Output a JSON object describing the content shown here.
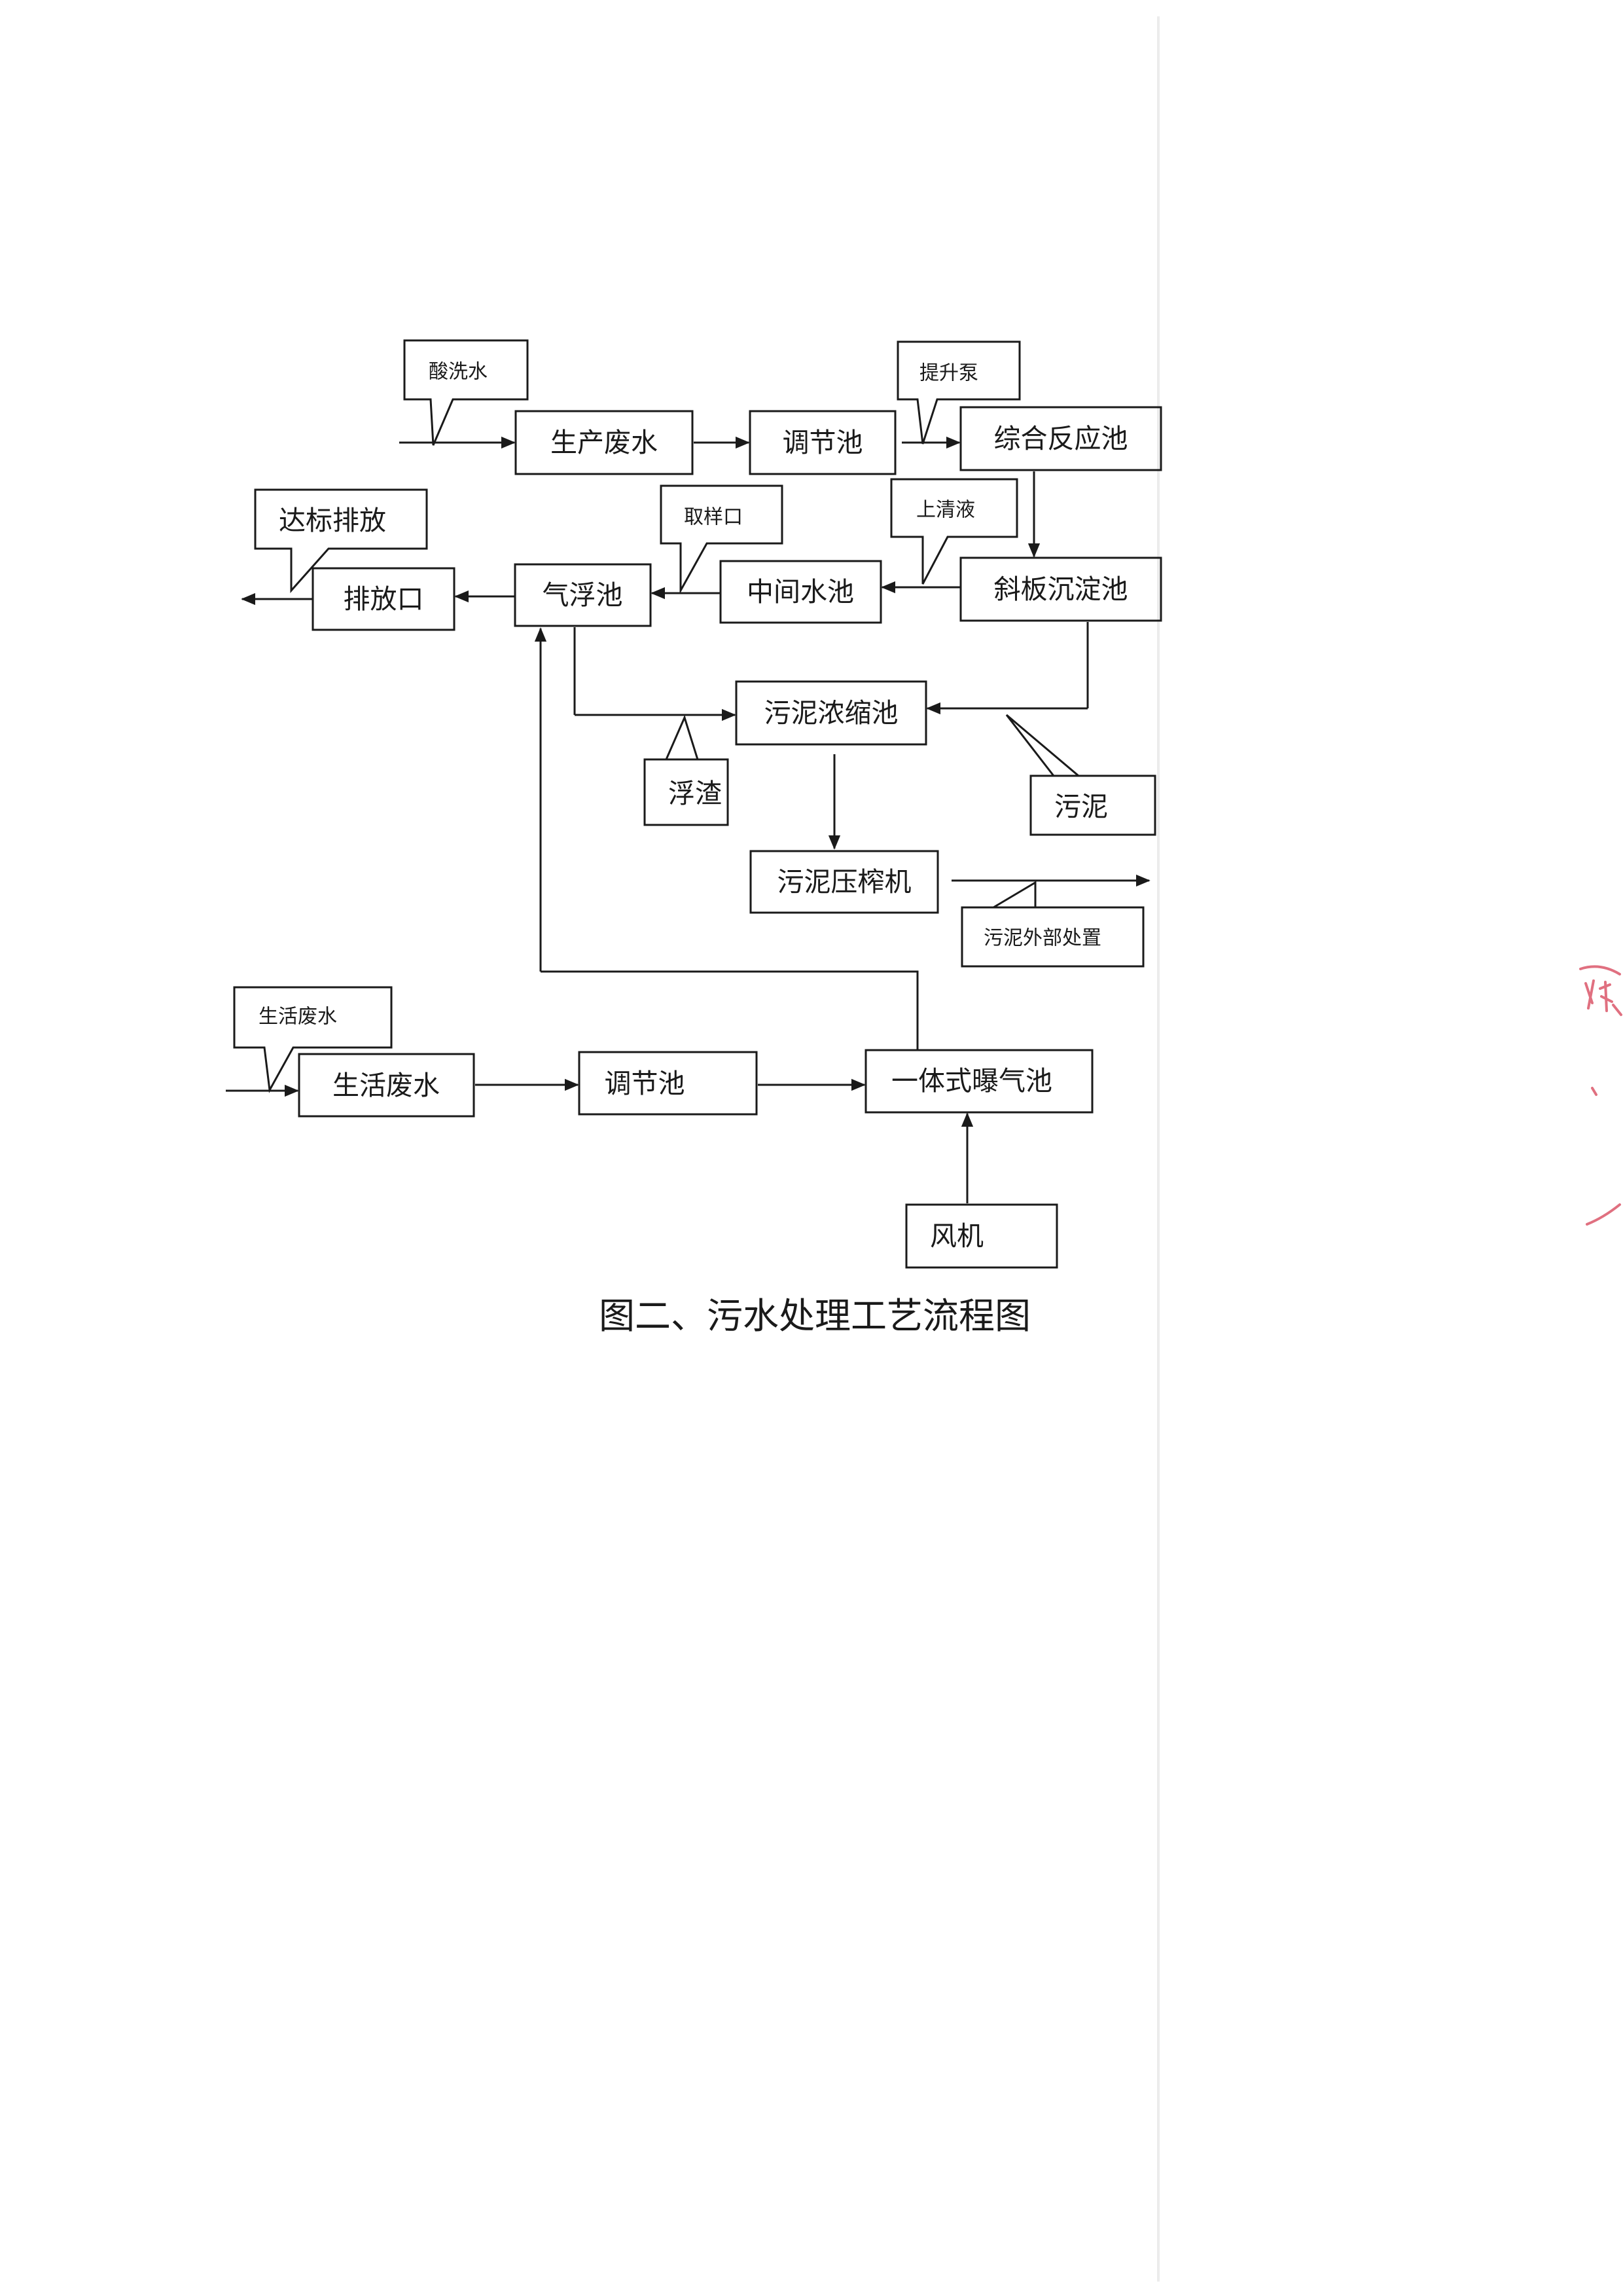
{
  "diagram": {
    "process_boxes": {
      "prod_wastewater": "生产废水",
      "equalization_1": "调节池",
      "comprehensive_reaction": "综合反应池",
      "incline_plate_settling": "斜板沉淀池",
      "intermediate_tank": "中间水池",
      "air_flotation": "气浮池",
      "discharge_outlet": "排放口",
      "sludge_thickener": "污泥浓缩池",
      "sludge_press": "污泥压榨机",
      "domestic_wastewater": "生活废水",
      "equalization_2": "调节池",
      "integrated_aeration": "一体式曝气池",
      "blower": "风机"
    },
    "callouts": {
      "acid_wash_water": "酸洗水",
      "lift_pump": "提升泵",
      "supernatant": "上清液",
      "sampling_port": "取样口",
      "discharge_standard": "达标排放",
      "scum": "浮渣",
      "sludge": "污泥",
      "sludge_external_disposal": "污泥外部处置",
      "domestic_wastewater_note": "生活废水"
    },
    "caption": "图二、污水处理工艺流程图"
  },
  "colors": {
    "ink": "#1a1a1a",
    "stamp": "#e07080",
    "fold": "#ececec",
    "background": "#ffffff"
  }
}
